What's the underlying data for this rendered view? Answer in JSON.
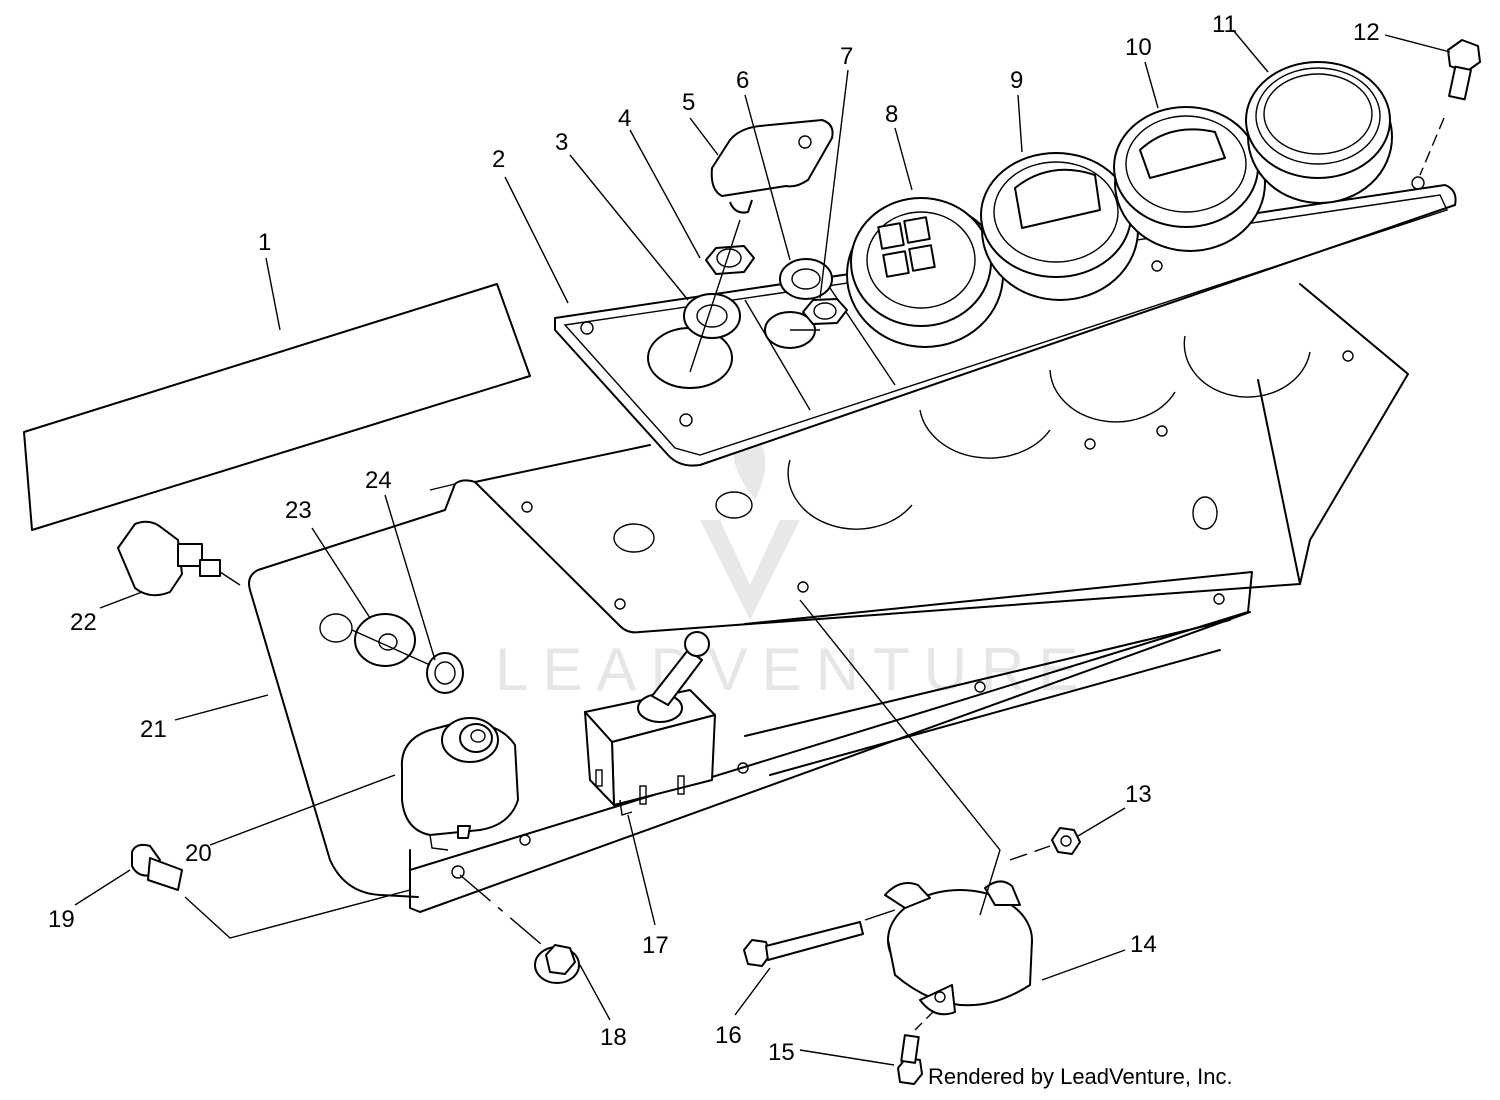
{
  "credit": "Rendered by LeadVenture, Inc.",
  "watermark": "LEADVENTURE",
  "callouts": [
    {
      "id": 1,
      "label": "1"
    },
    {
      "id": 2,
      "label": "2"
    },
    {
      "id": 3,
      "label": "3"
    },
    {
      "id": 4,
      "label": "4"
    },
    {
      "id": 5,
      "label": "5"
    },
    {
      "id": 6,
      "label": "6"
    },
    {
      "id": 7,
      "label": "7"
    },
    {
      "id": 8,
      "label": "8"
    },
    {
      "id": 9,
      "label": "9"
    },
    {
      "id": 10,
      "label": "10"
    },
    {
      "id": 11,
      "label": "11"
    },
    {
      "id": 12,
      "label": "12"
    },
    {
      "id": 13,
      "label": "13"
    },
    {
      "id": 14,
      "label": "14"
    },
    {
      "id": 15,
      "label": "15"
    },
    {
      "id": 16,
      "label": "16"
    },
    {
      "id": 17,
      "label": "17"
    },
    {
      "id": 18,
      "label": "18"
    },
    {
      "id": 19,
      "label": "19"
    },
    {
      "id": 20,
      "label": "20"
    },
    {
      "id": 21,
      "label": "21"
    },
    {
      "id": 22,
      "label": "22"
    },
    {
      "id": 23,
      "label": "23"
    },
    {
      "id": 24,
      "label": "24"
    }
  ]
}
